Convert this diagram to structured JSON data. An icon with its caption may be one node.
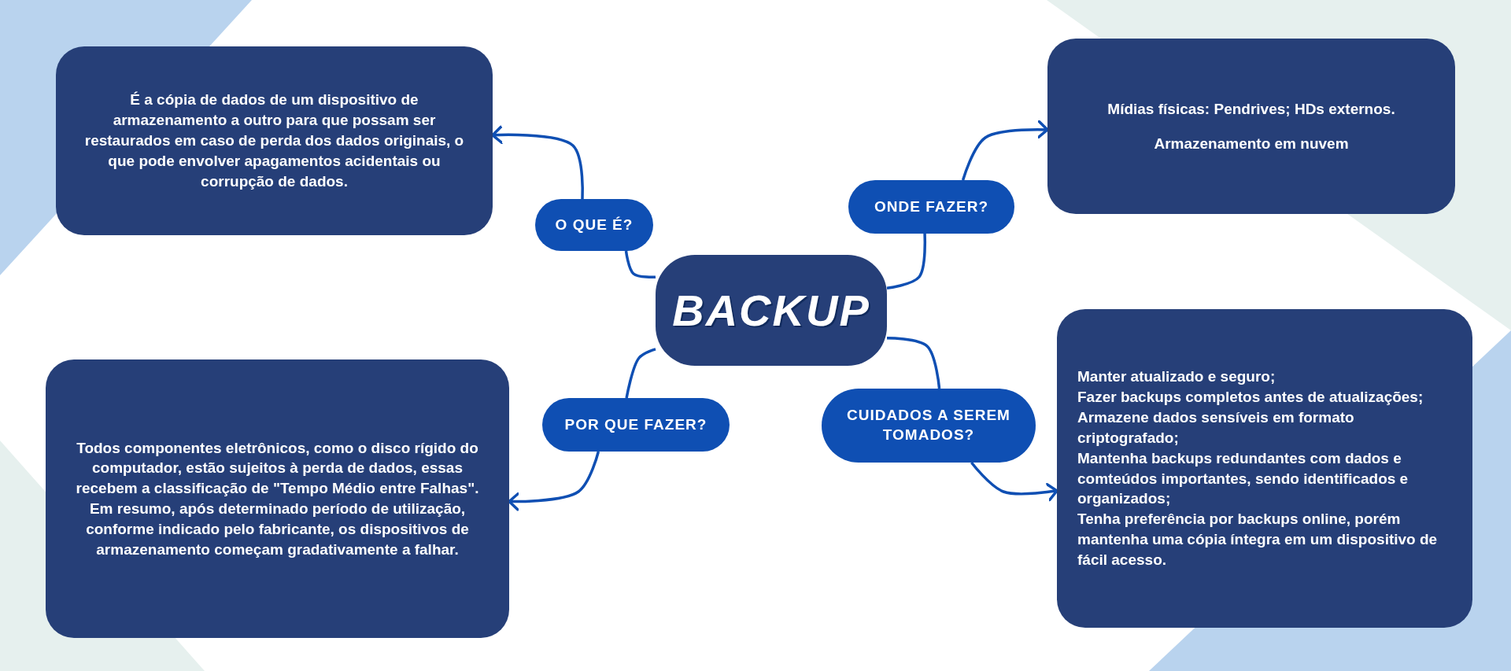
{
  "diagram": {
    "nodes": [
      {
        "text": [
          "BACKUP"
        ]
      },
      {
        "text": [
          "O QUE É?"
        ]
      },
      {
        "text": [
          "É a cópia de dados de um dispositivo de armazenamento a outro para que possam ser restaurados em caso de perda dos dados originais, o que pode envolver apagamentos acidentais ou corrupção de dados."
        ]
      },
      {
        "text": [
          "ONDE FAZER?"
        ]
      },
      {
        "text": [
          "Mídias físicas: Pendrives; HDs externos.",
          "Armazenamento em nuvem"
        ]
      },
      {
        "text": [
          "POR QUE FAZER?"
        ]
      },
      {
        "text": [
          "Todos componentes eletrônicos, como o disco rígido do computador, estão sujeitos à perda de dados, essas recebem a classificação de \"Tempo Médio entre Falhas\". Em resumo, após determinado período de utilização, conforme indicado pelo fabricante, os dispositivos de armazenamento começam gradativamente a falhar."
        ]
      },
      {
        "text": [
          "CUIDADOS A SEREM TOMADOS?"
        ]
      },
      {
        "text": [
          "Manter atualizado e seguro;",
          "Fazer backups completos antes de atualizações;",
          "Armazene dados sensíveis em formato criptografado;",
          "Mantenha backups redundantes com dados e comteúdos importantes, sendo identificados e organizados;",
          "Tenha preferência por backups online, porém mantenha uma cópia íntegra em um dispositivo de fácil acesso."
        ]
      }
    ],
    "edges": [
      {
        "from": 0,
        "to": 1,
        "arrow": "none"
      },
      {
        "from": 1,
        "to": 2,
        "arrow": "to"
      },
      {
        "from": 0,
        "to": 3,
        "arrow": "none"
      },
      {
        "from": 3,
        "to": 4,
        "arrow": "to"
      },
      {
        "from": 0,
        "to": 5,
        "arrow": "none"
      },
      {
        "from": 5,
        "to": 6,
        "arrow": "to"
      },
      {
        "from": 0,
        "to": 7,
        "arrow": "none"
      },
      {
        "from": 7,
        "to": 8,
        "arrow": "to"
      }
    ]
  }
}
